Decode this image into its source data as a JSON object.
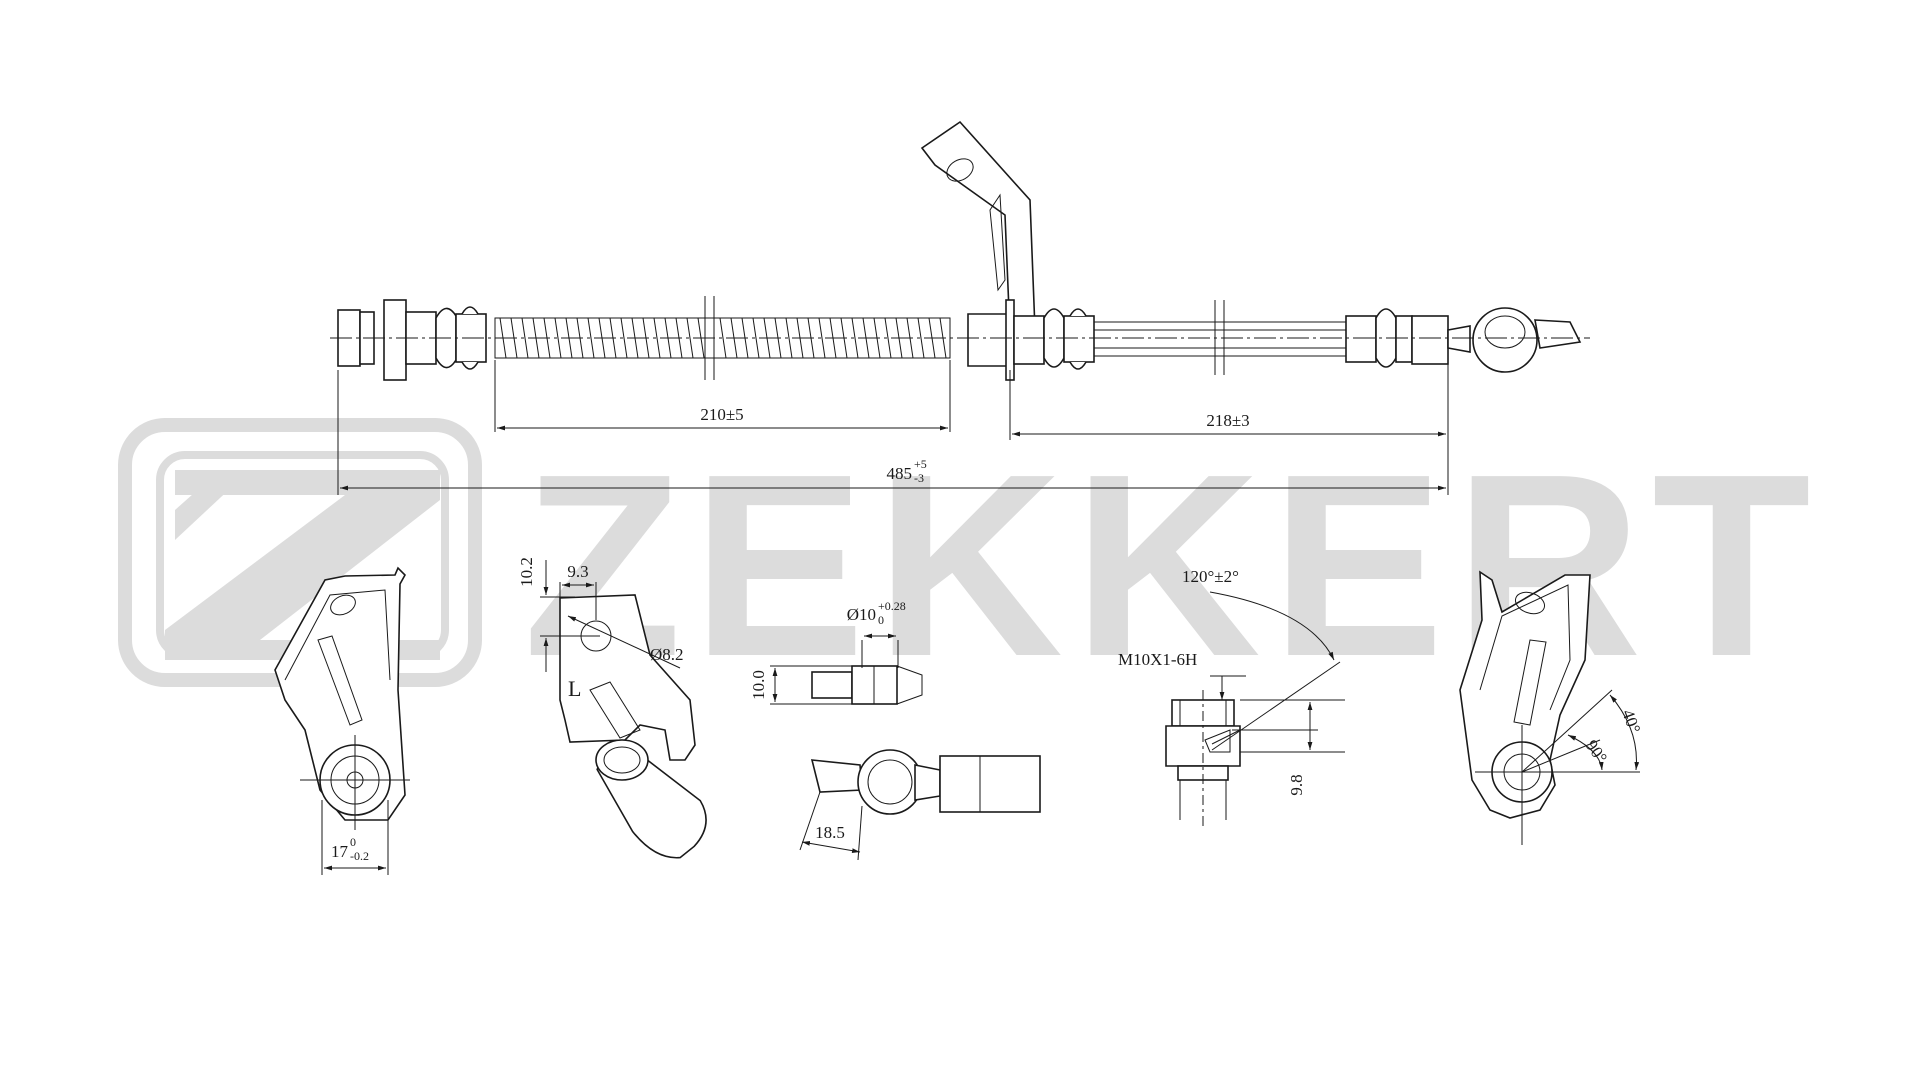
{
  "brand": {
    "watermark": "ZEKKERT",
    "watermark_color": "#dcdcdc"
  },
  "colors": {
    "line": "#1a1a1a",
    "background": "#ffffff"
  },
  "main_view": {
    "dim_spring": "210±5",
    "dim_end": "218±3",
    "dim_total_main": "485",
    "dim_total_sup": "+5",
    "dim_total_sub": "-3"
  },
  "left_fitting": {
    "width_main": "17",
    "width_sup": "0",
    "width_sub": "-0.2"
  },
  "bracket_detail": {
    "dim_height": "10.2",
    "dim_offset": "9.3",
    "dim_hole": "Ø8.2",
    "label_L": "L"
  },
  "banjo_detail": {
    "bore_main": "Ø10",
    "bore_sup": "+0.28",
    "bore_sub": "0",
    "dim_height": "10.0",
    "dim_length": "18.5"
  },
  "thread_detail": {
    "thread": "M10X1-6H",
    "angle": "120°±2°",
    "dim_height": "9.8"
  },
  "right_fitting": {
    "angle_1": "90°",
    "angle_2": "40°"
  }
}
